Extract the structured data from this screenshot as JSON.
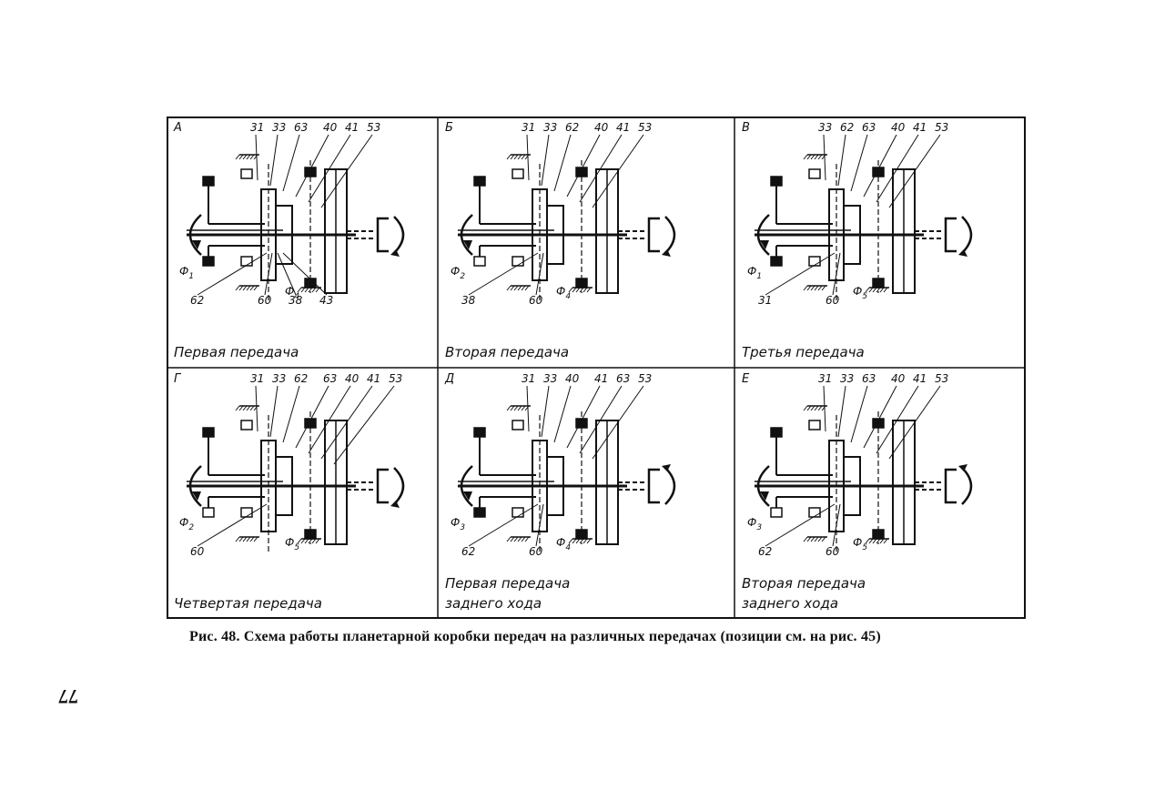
{
  "panels": [
    {
      "letter": "А",
      "caption": [
        "Первая передача"
      ],
      "callouts": {
        "top": [
          "31",
          "33",
          "63",
          "40",
          "41",
          "53"
        ],
        "phi": [
          "Ф1",
          "Ф4"
        ],
        "bottom": [
          "62",
          "60",
          "38",
          "43"
        ]
      }
    },
    {
      "letter": "Б",
      "caption": [
        "Вторая передача"
      ],
      "callouts": {
        "top": [
          "31",
          "33",
          "62",
          "40",
          "41",
          "53"
        ],
        "phi": [
          "Ф2",
          "Ф4"
        ],
        "bottom": [
          "38",
          "60"
        ]
      }
    },
    {
      "letter": "В",
      "caption": [
        "Третья передача"
      ],
      "callouts": {
        "top": [
          "33",
          "62",
          "63",
          "40",
          "41",
          "53"
        ],
        "phi": [
          "Ф1",
          "Ф5"
        ],
        "bottom": [
          "31",
          "60"
        ]
      }
    },
    {
      "letter": "Г",
      "caption": [
        "Четвертая передача"
      ],
      "callouts": {
        "top": [
          "31",
          "33",
          "62",
          "63",
          "40",
          "41",
          "53"
        ],
        "phi": [
          "Ф2",
          "Ф5"
        ],
        "bottom": [
          "60"
        ]
      }
    },
    {
      "letter": "Д",
      "caption": [
        "Первая передача",
        "заднего хода"
      ],
      "callouts": {
        "top": [
          "31",
          "33",
          "40",
          "41",
          "63",
          "53"
        ],
        "phi": [
          "Ф3",
          "Ф4"
        ],
        "bottom": [
          "62",
          "60"
        ]
      }
    },
    {
      "letter": "Е",
      "caption": [
        "Вторая передача",
        "заднего хода"
      ],
      "callouts": {
        "top": [
          "31",
          "33",
          "63",
          "40",
          "41",
          "53"
        ],
        "phi": [
          "Ф3",
          "Ф5"
        ],
        "bottom": [
          "62",
          "60"
        ]
      }
    }
  ],
  "figure_caption": "Рис. 48. Схема работы планетарной коробки передач на различных передачах (позиции см. на рис. 45)",
  "page_number": "77"
}
